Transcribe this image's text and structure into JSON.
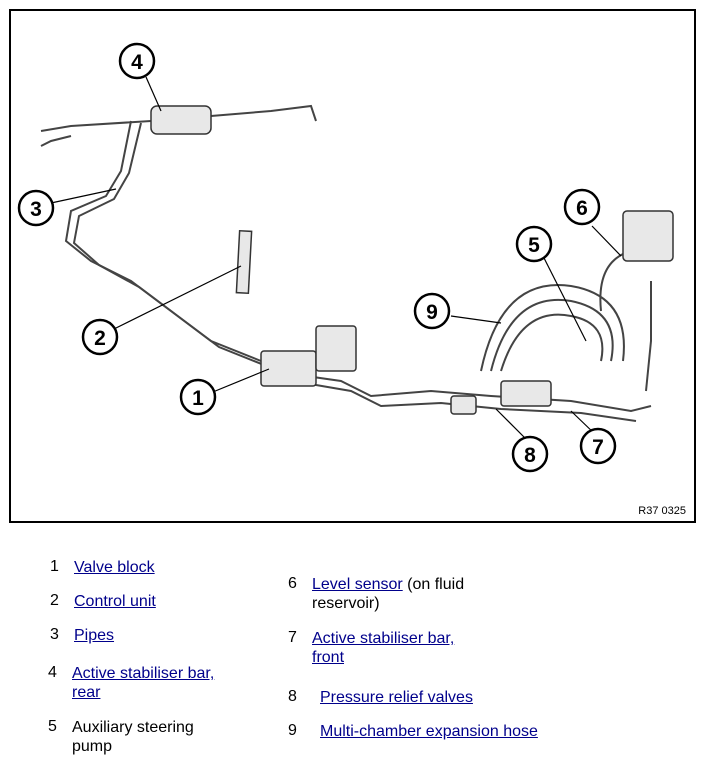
{
  "figure": {
    "ref_code": "R37 0325",
    "callouts": [
      "1",
      "2",
      "3",
      "4",
      "5",
      "6",
      "7",
      "8",
      "9"
    ]
  },
  "legend": {
    "items": [
      {
        "num": "1",
        "link": "Valve block",
        "rest": ""
      },
      {
        "num": "2",
        "link": "Control unit",
        "rest": ""
      },
      {
        "num": "3",
        "link": "Pipes",
        "rest": ""
      },
      {
        "num": "4",
        "link_line1": "Active stabiliser bar,",
        "link_line2": "rear"
      },
      {
        "num": "5",
        "text_line1": "Auxiliary steering",
        "text_line2": "pump"
      },
      {
        "num": "6",
        "link": "Level sensor",
        "rest": " (on fluid",
        "rest_line2": "reservoir)"
      },
      {
        "num": "7",
        "link_line1": "Active stabiliser bar,",
        "link_line2": "front"
      },
      {
        "num": "8",
        "link": "Pressure relief valves"
      },
      {
        "num": "9",
        "link": "Multi-chamber expansion hose"
      }
    ]
  },
  "colors": {
    "link": "#00008b",
    "line": "#000000",
    "part_fill": "#e8e8e8"
  }
}
